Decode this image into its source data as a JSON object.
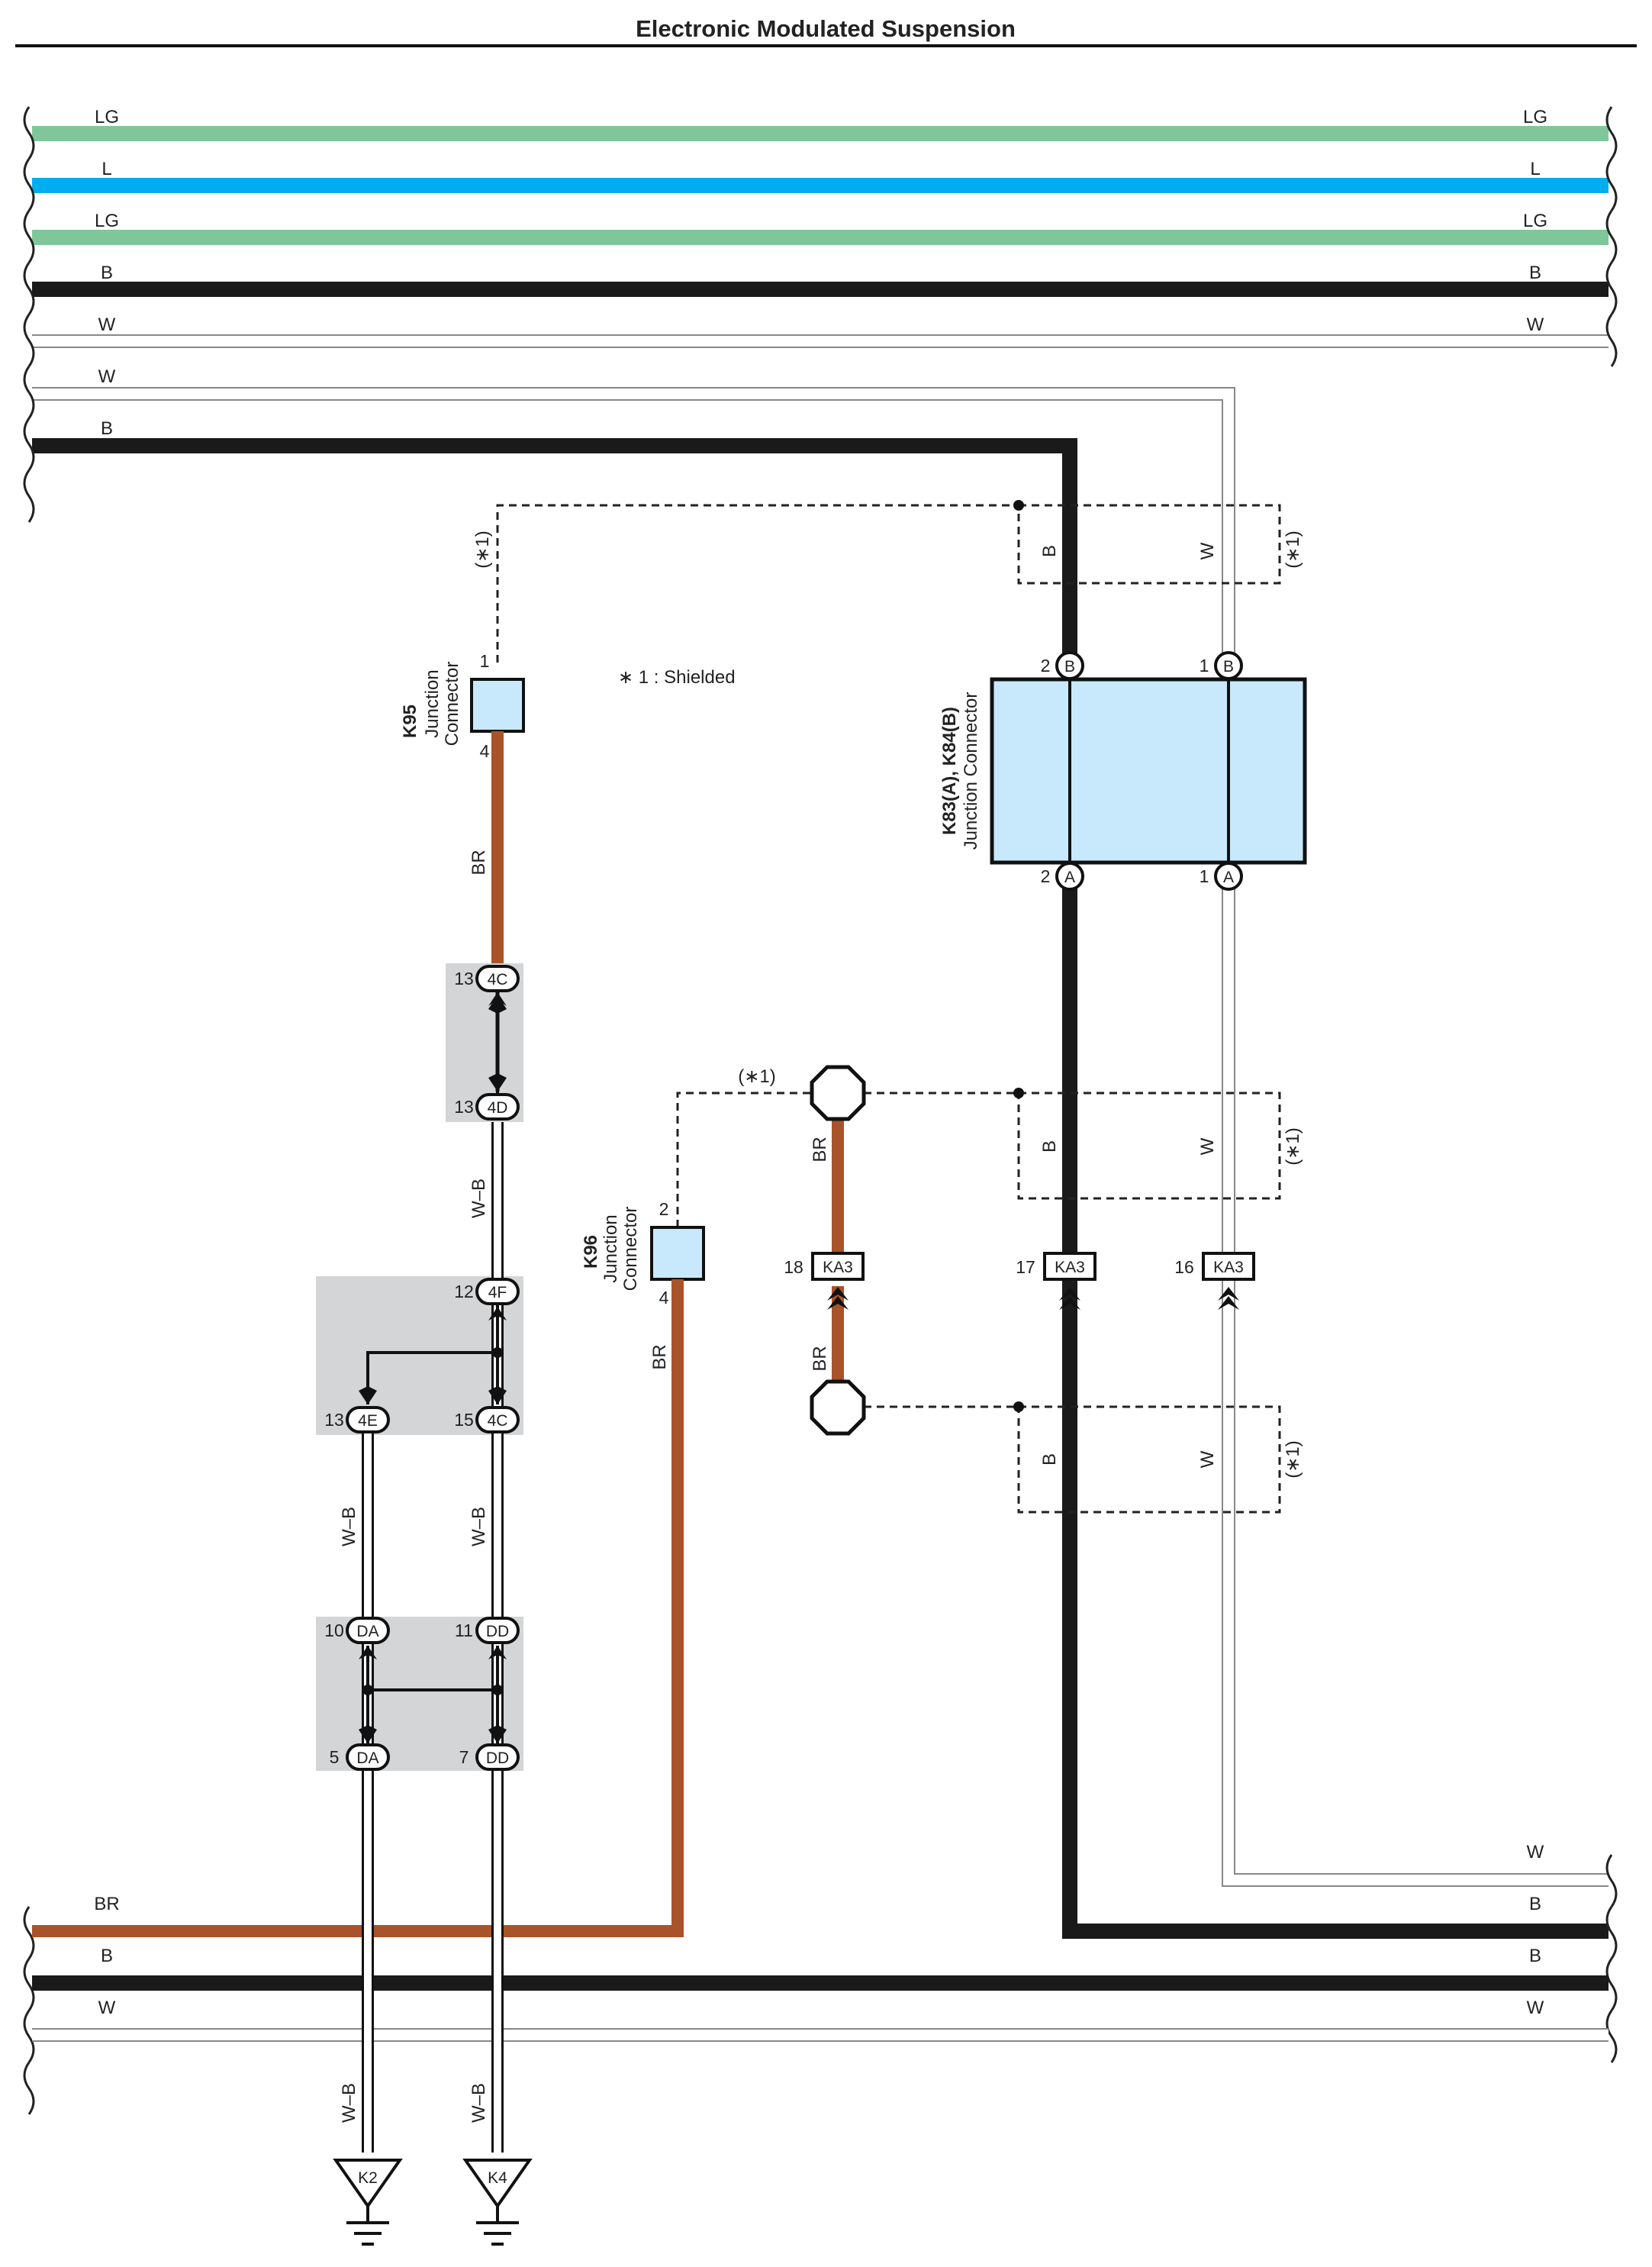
{
  "title": "Electronic Modulated Suspension",
  "note": "∗ 1 : Shielded",
  "shield_label": "(∗1)",
  "colors": {
    "LG": "#7fc79b",
    "L": "#00aeef",
    "B": "#1a1a1a",
    "W": "#ffffff",
    "BR": "#a8532a",
    "connector_fill": "#c8e9fb",
    "junction_block": "#d3d5d7"
  },
  "wires_left": [
    "LG",
    "L",
    "LG",
    "B",
    "W",
    "W",
    "B"
  ],
  "wires_right": [
    "LG",
    "L",
    "LG",
    "B",
    "W"
  ],
  "bottom_left": [
    "BR",
    "B",
    "W"
  ],
  "bottom_right": [
    "W",
    "B",
    "B",
    "W"
  ],
  "k95": {
    "code": "K95",
    "line1": "Junction",
    "line2": "Connector",
    "pin_top": "1",
    "pin_bottom": "4"
  },
  "k96": {
    "code": "K96",
    "line1": "Junction",
    "line2": "Connector",
    "pin_top": "2",
    "pin_bottom": "4"
  },
  "k83": {
    "code": "K83(A), K84(B)",
    "line2": "Junction Connector",
    "top_pins": [
      {
        "num": "2",
        "code": "B"
      },
      {
        "num": "1",
        "code": "B"
      }
    ],
    "bottom_pins": [
      {
        "num": "2",
        "code": "A"
      },
      {
        "num": "1",
        "code": "A"
      }
    ]
  },
  "junction_pins": {
    "j13_4c": {
      "num": "13",
      "code": "4C"
    },
    "j13_4d": {
      "num": "13",
      "code": "4D"
    },
    "j12_4f": {
      "num": "12",
      "code": "4F"
    },
    "j13_4e": {
      "num": "13",
      "code": "4E"
    },
    "j15_4c": {
      "num": "15",
      "code": "4C"
    },
    "j10_da": {
      "num": "10",
      "code": "DA"
    },
    "j11_dd": {
      "num": "11",
      "code": "DD"
    },
    "j5_da": {
      "num": "5",
      "code": "DA"
    },
    "j7_dd": {
      "num": "7",
      "code": "DD"
    }
  },
  "ka3": [
    {
      "num": "18",
      "code": "KA3"
    },
    {
      "num": "17",
      "code": "KA3"
    },
    {
      "num": "16",
      "code": "KA3"
    }
  ],
  "wire_labels": {
    "br": "BR",
    "wb": "W–B",
    "b": "B",
    "w": "W"
  },
  "grounds": [
    "K2",
    "K4"
  ]
}
